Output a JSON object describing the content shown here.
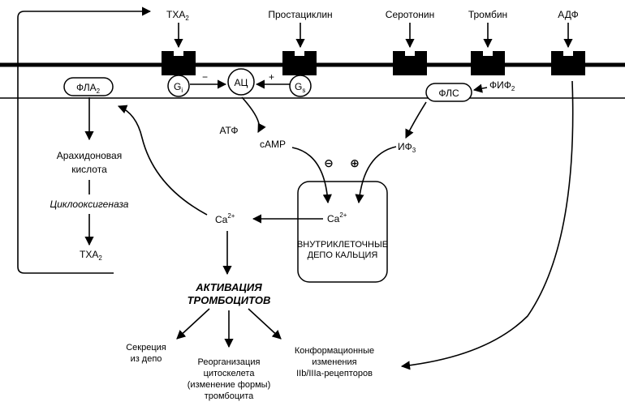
{
  "receptors": {
    "txa2": {
      "text": "ТХА",
      "sub": "2"
    },
    "prostacyclin": "Простациклин",
    "serotonin": "Серотонин",
    "thrombin": "Тромбин",
    "adp": "АДФ"
  },
  "membrane": {
    "pla2": {
      "text": "ФЛА",
      "sub": "2"
    },
    "gi": {
      "text": "G",
      "sub": "i"
    },
    "ac": "АЦ",
    "gs": {
      "text": "G",
      "sub": "s"
    },
    "minus": "−",
    "plus": "+",
    "plc": "ФЛС",
    "pip2": {
      "text": "ФИФ",
      "sub": "2"
    }
  },
  "cytoplasm": {
    "atp": "АТФ",
    "camp": "сАМР",
    "ip3": {
      "text": "ИФ",
      "sub": "3"
    },
    "inhibit_sign": "⊖",
    "activate_sign": "⊕",
    "ca_store": {
      "text": "Ca",
      "sup": "2+"
    },
    "ca_cytosol": {
      "text": "Ca",
      "sup": "2+"
    },
    "depot_line1": "ВНУТРИКЛЕТОЧНЫЕ",
    "depot_line2": "ДЕПО КАЛЬЦИЯ",
    "arachidonic_line1": "Арахидоновая",
    "arachidonic_line2": "кислота",
    "cyclooxygenase": "Циклооксигеназа",
    "txa2_product": {
      "text": "ТХА",
      "sub": "2"
    }
  },
  "activation": {
    "line1": "АКТИВАЦИЯ",
    "line2": "ТРОМБОЦИТОВ"
  },
  "outcomes": {
    "secretion": [
      "Секреция",
      "из депо"
    ],
    "reorganization": [
      "Реорганизация",
      "цитоскелета",
      "(изменение формы)",
      "тромбоцита"
    ],
    "conformation": [
      "Конформационные",
      "изменения",
      "IIb/IIIa-рецепторов"
    ]
  }
}
